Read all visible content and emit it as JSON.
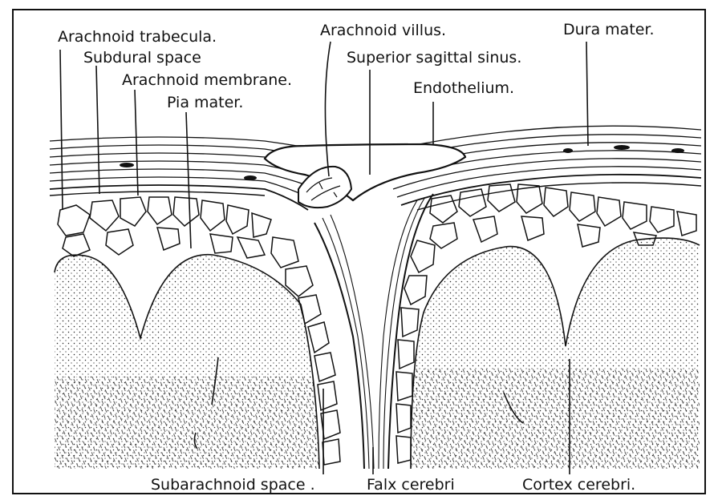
{
  "labels": {
    "arachnoid_trabecula": "Arachnoid trabecula.",
    "subdural_space": "Subdural space",
    "arachnoid_membrane": "Arachnoid membrane.",
    "pia_mater": "Pia mater.",
    "arachnoid_villus": "Arachnoid villus.",
    "superior_sagittal_sinus": "Superior sagittal sinus.",
    "endothelium": "Endothelium.",
    "dura_mater": "Dura mater.",
    "subarachnoid_space": "Subarachnoid space .",
    "falx_cerebri": "Falx cerebri",
    "cortex_cerebri": "Cortex cerebri."
  }
}
